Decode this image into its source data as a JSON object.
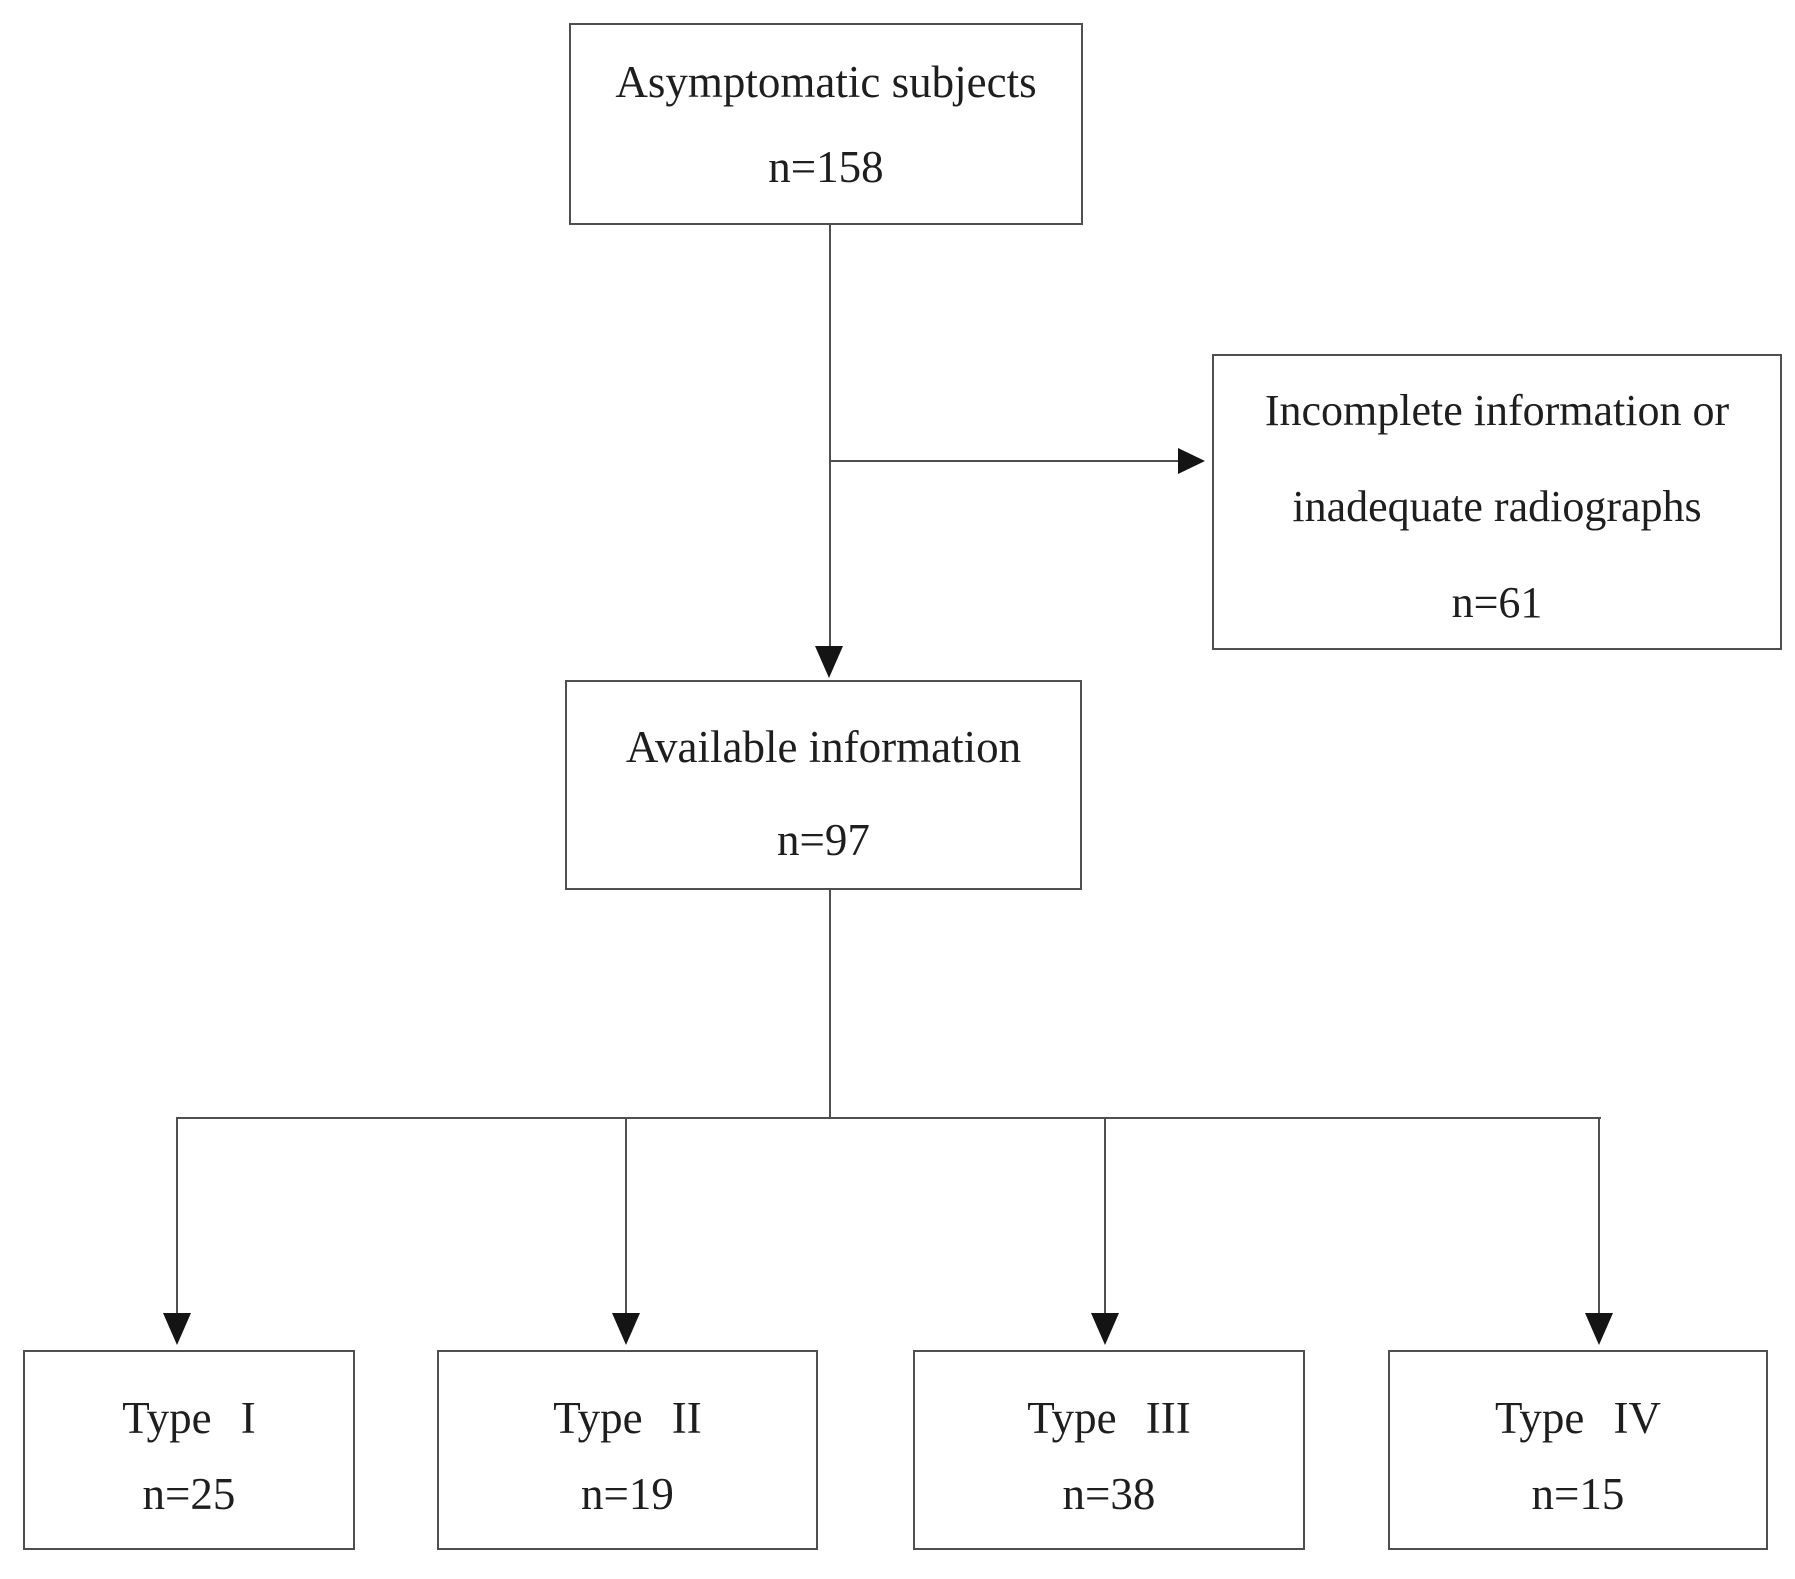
{
  "style": {
    "bg_color": "#ffffff",
    "line_color": "#4f4f4f",
    "arrow_color": "#141414",
    "text_color": "#1e1e1e"
  },
  "nodes": {
    "asymptomatic": {
      "title": "Asymptomatic subjects",
      "count": "n=158"
    },
    "excluded": {
      "line1": "Incomplete information or",
      "line2": "inadequate radiographs",
      "count": "n=61"
    },
    "available": {
      "title": "Available information",
      "count": "n=97"
    },
    "type1": {
      "title": "Type I",
      "count": "n=25"
    },
    "type2": {
      "title": "Type II",
      "count": "n=19"
    },
    "type3": {
      "title": "Type III",
      "count": "n=38"
    },
    "type4": {
      "title": "Type IV",
      "count": "n=15"
    }
  }
}
